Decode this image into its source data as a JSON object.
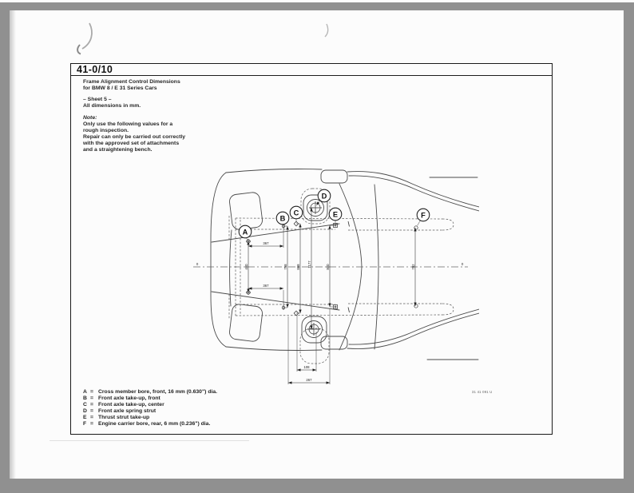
{
  "header": {
    "section": "41-0/10",
    "title_lines": [
      "Frame Alignment Control Dimensions",
      "for BMW 8 / E 31 Series Cars"
    ],
    "sheet": "– Sheet 5 –",
    "units": "All dimensions in mm.",
    "note_label": "Note:",
    "note_lines": [
      "Only use the following values for a",
      "rough inspection.",
      "Repair can only be carried out correctly",
      "with the approved set of attachments",
      "and a straightening bench."
    ]
  },
  "legend": {
    "eq": "=",
    "items": [
      {
        "key": "A",
        "text": "Cross member bore, front, 16 mm (0.630\") dia."
      },
      {
        "key": "B",
        "text": "Front axle take-up, front"
      },
      {
        "key": "C",
        "text": "Front axle take-up, center"
      },
      {
        "key": "D",
        "text": "Front axle spring strut"
      },
      {
        "key": "E",
        "text": "Thrust strut take-up"
      },
      {
        "key": "F",
        "text": "Engine carrier bore, rear, 6 mm (0.236\") dia."
      }
    ]
  },
  "diagram": {
    "callouts": [
      "A",
      "B",
      "C",
      "D",
      "E",
      "F"
    ],
    "dims": {
      "offset_ab": "367",
      "width_a": "480",
      "width_b": "758",
      "width_c": "888",
      "width_d": "1177",
      "width_e": "800",
      "width_f": "782",
      "strut_x1": "108",
      "strut_x2": "267",
      "zero_left": "0",
      "zero_right": "0"
    },
    "drawing_number": "31 41 091 U"
  }
}
